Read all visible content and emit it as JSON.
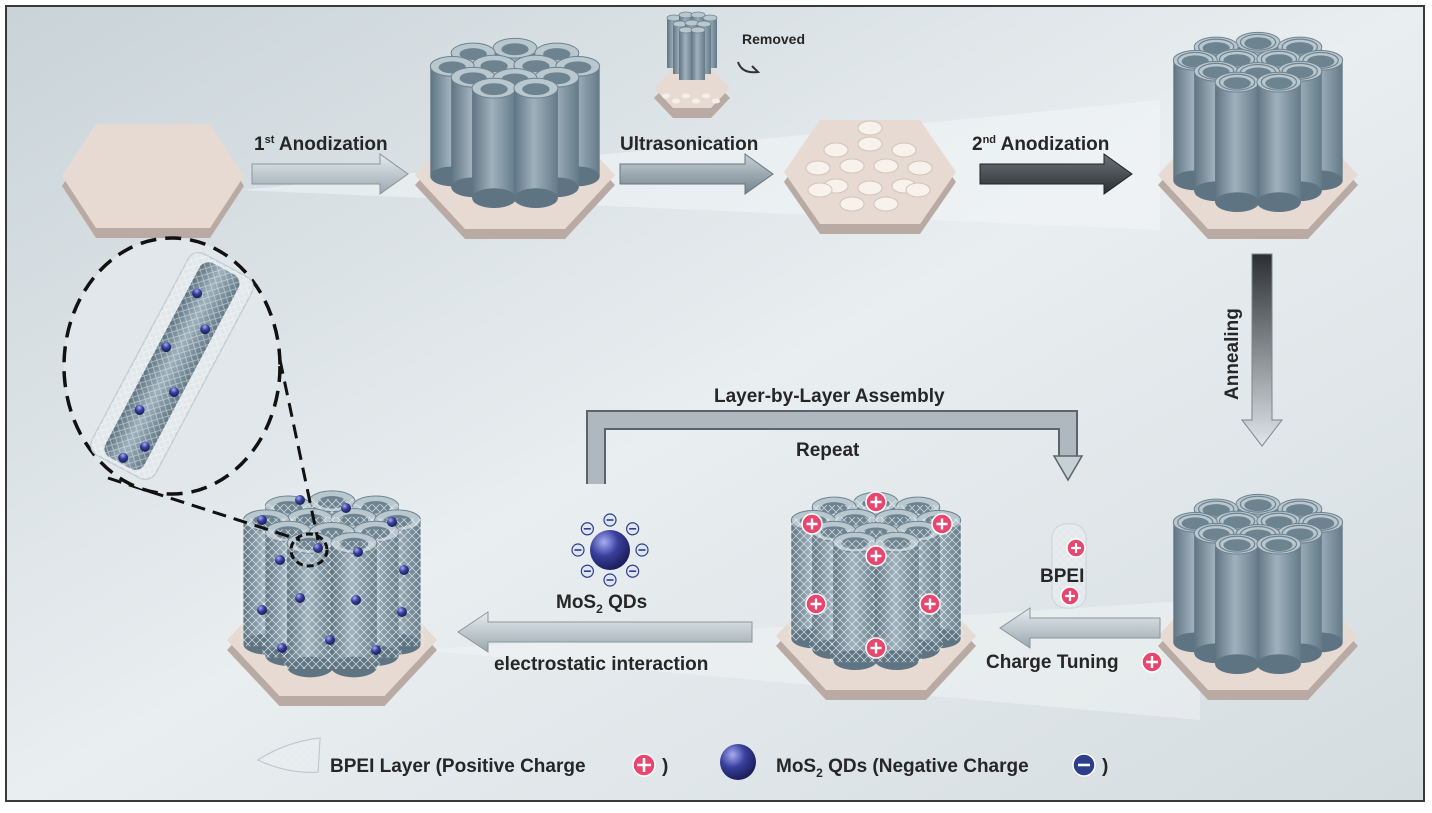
{
  "steps": {
    "first_anodization": {
      "ordinal": "1",
      "sup": "st",
      "text": " Anodization"
    },
    "removed": "Removed",
    "ultrasonication": "Ultrasonication",
    "second_anodization": {
      "ordinal": "2",
      "sup": "nd",
      "text": " Anodization"
    },
    "annealing": "Annealing",
    "lbl_assembly": "Layer-by-Layer Assembly",
    "repeat": "Repeat",
    "bpei": "BPEI",
    "charge_tuning": "Charge Tuning",
    "mos2_qds": {
      "pre": "MoS",
      "sub": "2",
      "post": " QDs"
    },
    "electrostatic": "electrostatic interaction"
  },
  "legend": {
    "bpei_layer": "BPEI Layer (Positive Charge",
    "bpei_close": ")",
    "mos2": {
      "pre": "MoS",
      "sub": "2",
      "post": " QDs (Negative Charge"
    },
    "mos2_close": ")"
  },
  "colors": {
    "background": "#dfe6ea",
    "frame": "#3a3a3a",
    "tube": "#7f95a3",
    "tube_dark": "#5d7280",
    "tube_top": "#b9c7cf",
    "base_top": "#e6dad3",
    "base_side": "#b9aba3",
    "positive": "#e8466e",
    "negative": "#2c3e8c",
    "qd": "#3a3f9e"
  }
}
